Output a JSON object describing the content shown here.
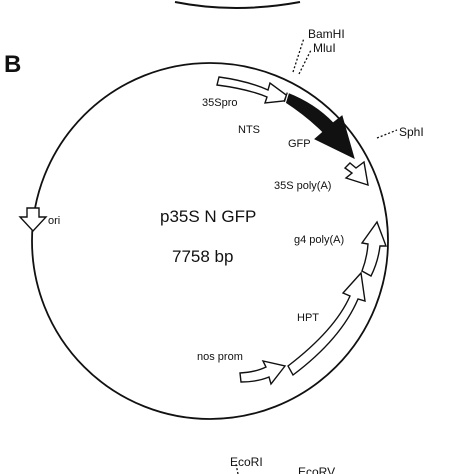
{
  "panel_label": "B",
  "plasmid": {
    "name": "p35S N GFP",
    "size": "7758 bp"
  },
  "sites": {
    "bamhi": "BamHI",
    "mlui": "MluI",
    "sphi": "SphI",
    "ecori": "EcoRI",
    "ecorv": "EcoRV"
  },
  "features": {
    "35spro": "35Spro",
    "nts": "NTS",
    "gfp": "GFP",
    "35s_polya": "35S poly(A)",
    "g4_polya": "g4 poly(A)",
    "hpt": "HPT",
    "nos_prom": "nos prom",
    "ori": "ori"
  }
}
